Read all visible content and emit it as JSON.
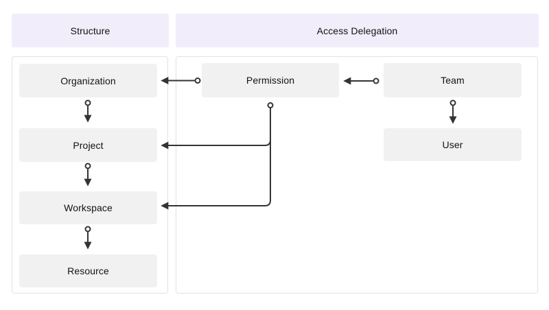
{
  "diagram": {
    "headers": [
      {
        "id": "structure",
        "label": "Structure"
      },
      {
        "id": "access-delegation",
        "label": "Access Delegation"
      }
    ],
    "nodes": {
      "organization": "Organization",
      "project": "Project",
      "workspace": "Workspace",
      "resource": "Resource",
      "permission": "Permission",
      "team": "Team",
      "user": "User"
    },
    "edges": [
      {
        "from": "organization",
        "to": "project",
        "style": "circle-source-arrow"
      },
      {
        "from": "project",
        "to": "workspace",
        "style": "circle-source-arrow"
      },
      {
        "from": "workspace",
        "to": "resource",
        "style": "circle-source-arrow"
      },
      {
        "from": "team",
        "to": "user",
        "style": "circle-source-arrow"
      },
      {
        "from": "permission",
        "to": "organization",
        "style": "circle-source-arrow"
      },
      {
        "from": "team",
        "to": "permission",
        "style": "circle-source-arrow"
      },
      {
        "from": "permission",
        "to": "project",
        "style": "circle-source-arrow-elbow"
      },
      {
        "from": "permission",
        "to": "workspace",
        "style": "circle-source-arrow-elbow"
      }
    ]
  },
  "colors": {
    "header-bg": "#F2EDFB",
    "node-bg": "#F1F1F1",
    "panel-border": "#E2E2E2",
    "line": "#333333",
    "text": "#111111",
    "canvas": "#FFFFFF"
  }
}
